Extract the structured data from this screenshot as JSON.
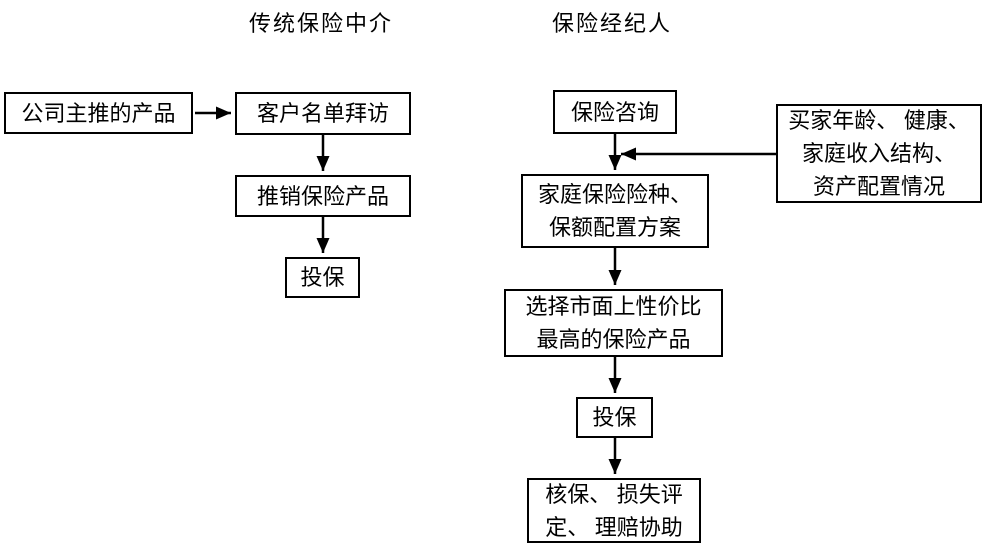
{
  "titles": {
    "left": "传统保险中介",
    "right": "保险经纪人"
  },
  "left_flow": {
    "nodes": {
      "product": "公司主推的产品",
      "visit": "客户名单拜访",
      "sell": "推销保险产品",
      "insure": "投保"
    }
  },
  "right_flow": {
    "nodes": {
      "consult": "保险咨询",
      "info": {
        "lines": [
          "买家年龄、 健康、",
          "家庭收入结构、",
          "资产配置情况"
        ]
      },
      "plan": {
        "lines": [
          "家庭保险险种、",
          "保额配置方案"
        ]
      },
      "select": {
        "lines": [
          "选择市面上性价比",
          "最高的保险产品"
        ]
      },
      "insure": "投保",
      "claims": {
        "lines": [
          "核保、 损失评",
          "定、 理赔协助"
        ]
      }
    }
  },
  "colors": {
    "line": "#000000",
    "box_border": "#000000",
    "background": "#ffffff",
    "text": "#000000"
  }
}
